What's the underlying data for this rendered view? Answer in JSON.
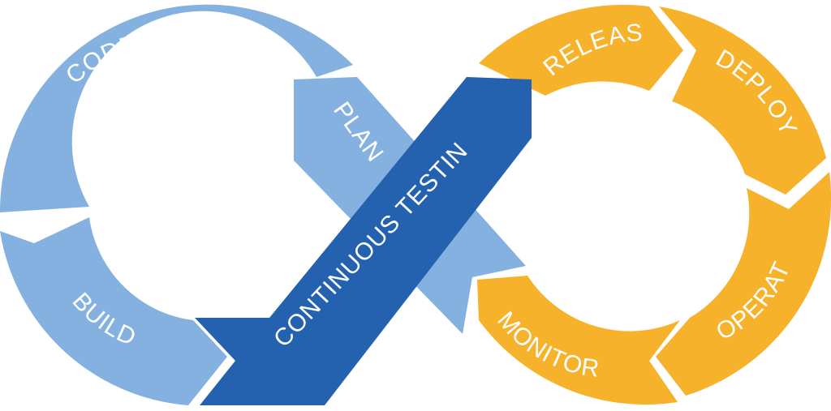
{
  "colors": {
    "left_loop": "#84b1e0",
    "right_loop": "#f7b22c",
    "band": "#2462b0",
    "gap": "#ffffff"
  },
  "segments": {
    "code": "CODE",
    "build": "BUILD",
    "plan": "PLAN",
    "release": "RELEASE",
    "deploy": "DEPLOY",
    "operate": "OPERATE",
    "monitor": "MONITOR"
  },
  "band": {
    "label": "CONTINUOUS TESTING"
  }
}
